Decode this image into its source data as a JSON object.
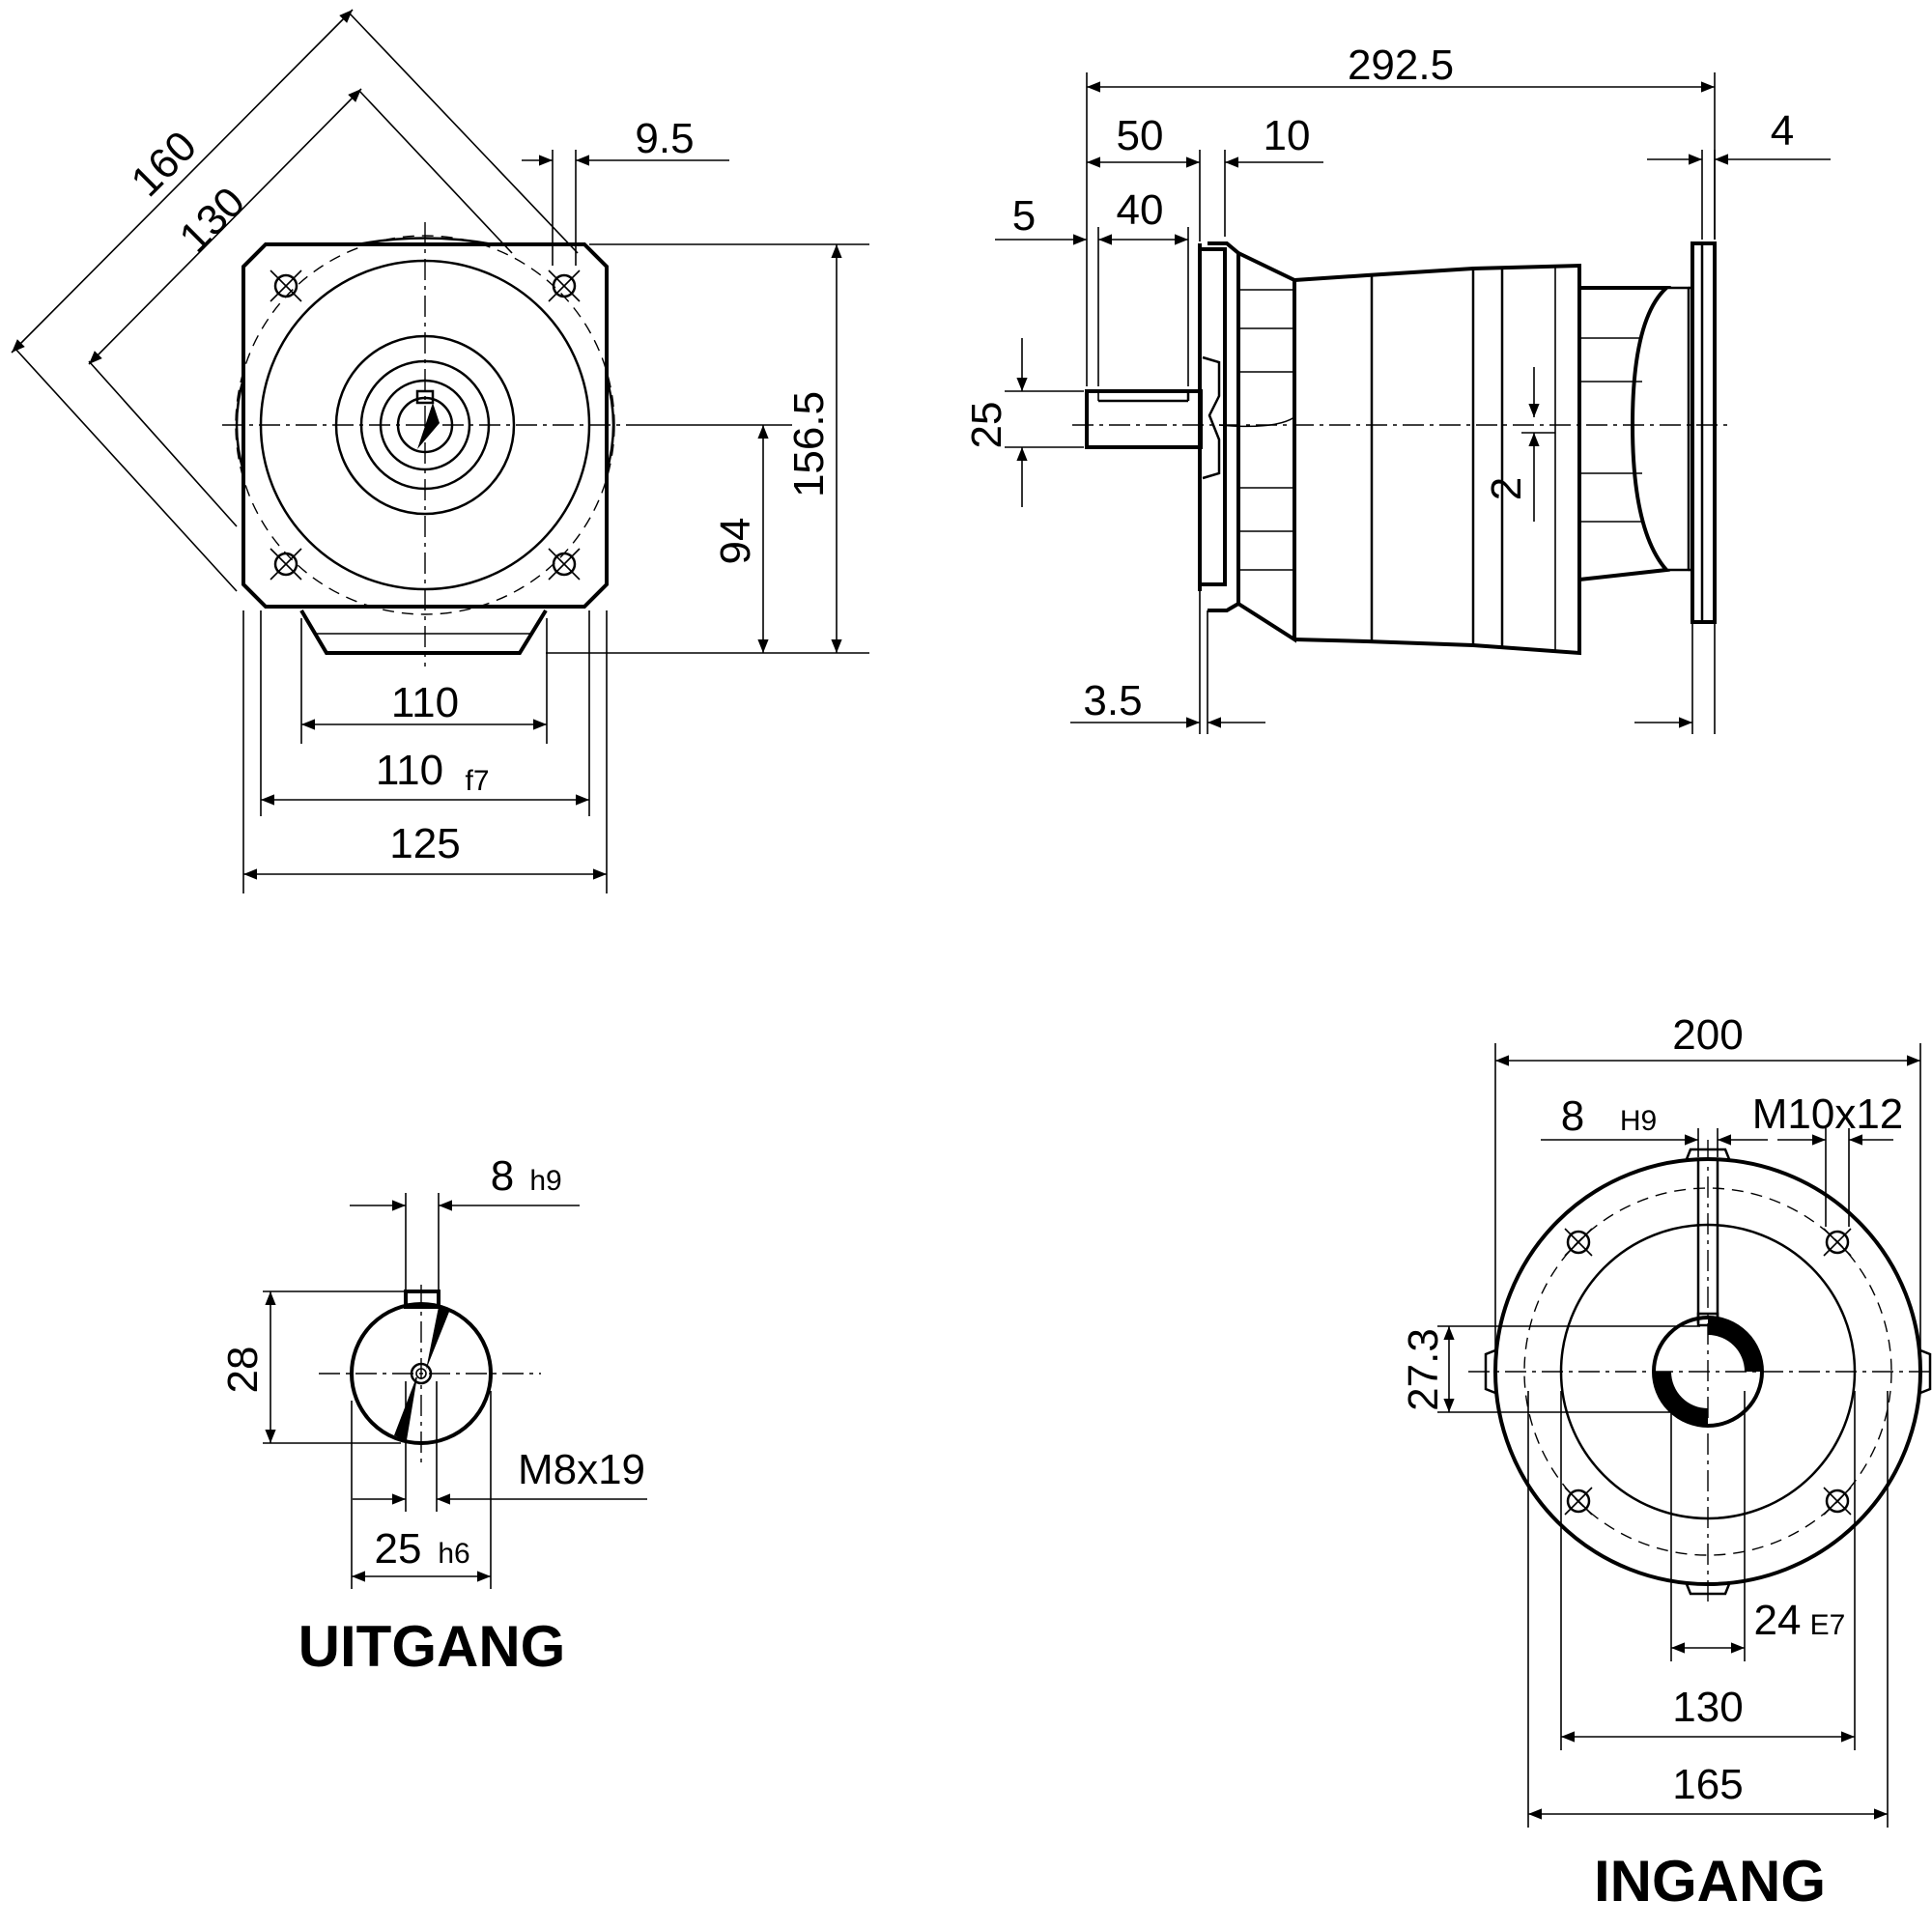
{
  "front_view": {
    "dim_diag_outer": "160",
    "dim_diag_inner": "130",
    "dim_hole_offset": "9.5",
    "dim_height_total": "156.5",
    "dim_height_axis": "94",
    "dim_spigot": "110",
    "dim_pilot": "110",
    "dim_pilot_tol": "f7",
    "dim_width": "125"
  },
  "side_view": {
    "dim_length": "292.5",
    "dim_shaft_len": "50",
    "dim_flange_thk": "10",
    "dim_key_offset": "5",
    "dim_key_len": "40",
    "dim_shaft_dia": "25",
    "dim_gap": "2",
    "dim_lip": "3.5",
    "dim_input_flange": "4"
  },
  "output_detail": {
    "title": "UITGANG",
    "dim_key_width": "8",
    "dim_key_width_tol": "h9",
    "dim_key_height": "28",
    "dim_thread": "M8x19",
    "dim_shaft_dia": "25",
    "dim_shaft_dia_tol": "h6"
  },
  "input_detail": {
    "title": "INGANG",
    "dim_outer": "200",
    "dim_keyway": "8",
    "dim_keyway_tol": "H9",
    "dim_thread": "M10x12",
    "dim_key_depth": "27.3",
    "dim_bore": "24",
    "dim_bore_tol": "E7",
    "dim_pilot": "130",
    "dim_bolt_circle": "165"
  }
}
